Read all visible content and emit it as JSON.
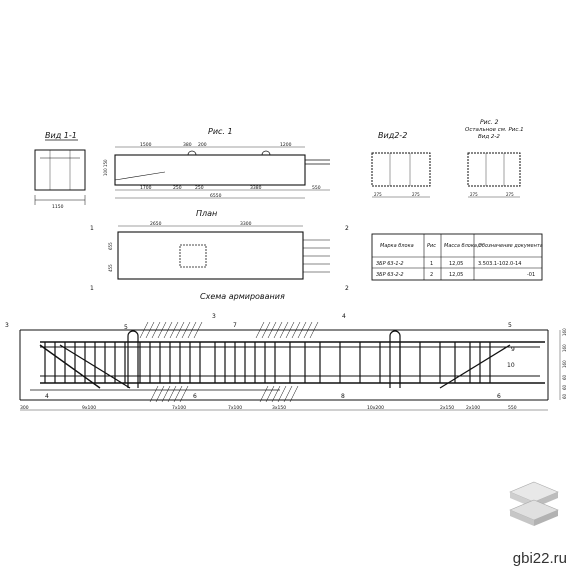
{
  "titles": {
    "view11": "Вид 1-1",
    "fig1": "Рис. 1",
    "view22": "Вид2-2",
    "fig2": "Рис. 2",
    "fig2_note": "Остальное см. Рис.1",
    "fig2_view": "Вид 2-2",
    "plan": "План",
    "scheme": "Схема армирования"
  },
  "fig1_dims": {
    "top_left": "1500",
    "top_mid1": "380",
    "top_mid2": "200",
    "top_right": "1200",
    "bottom1": "1700",
    "bottom2": "250",
    "bottom3": "250",
    "bottom4": "3380",
    "bottom5": "550",
    "overall": "6550",
    "left_height": "100 150"
  },
  "plan_dims": {
    "left": "2650",
    "right": "3300",
    "height1": "655",
    "height2": "455"
  },
  "table": {
    "headers": [
      "Марка блока",
      "Рис",
      "Масса блока,т",
      "Обозначение документа"
    ],
    "rows": [
      [
        "3БР 63-1-2",
        "1",
        "12,05",
        "3.503.1-102.0-14"
      ],
      [
        "3БР 63-2-2",
        "2",
        "12,05",
        "-01"
      ]
    ]
  },
  "scheme_dims": {
    "bottom": [
      "300",
      "9x100",
      "7x100",
      "7x100",
      "3x150",
      "10x200",
      "2x150",
      "2x100",
      "550"
    ],
    "right": [
      "160",
      "160",
      "160",
      "60",
      "60",
      "60"
    ],
    "marks": [
      "3",
      "5",
      "3",
      "7",
      "4",
      "5",
      "9",
      "10",
      "4",
      "6",
      "8",
      "6"
    ]
  },
  "watermark": "gbi22.ru"
}
